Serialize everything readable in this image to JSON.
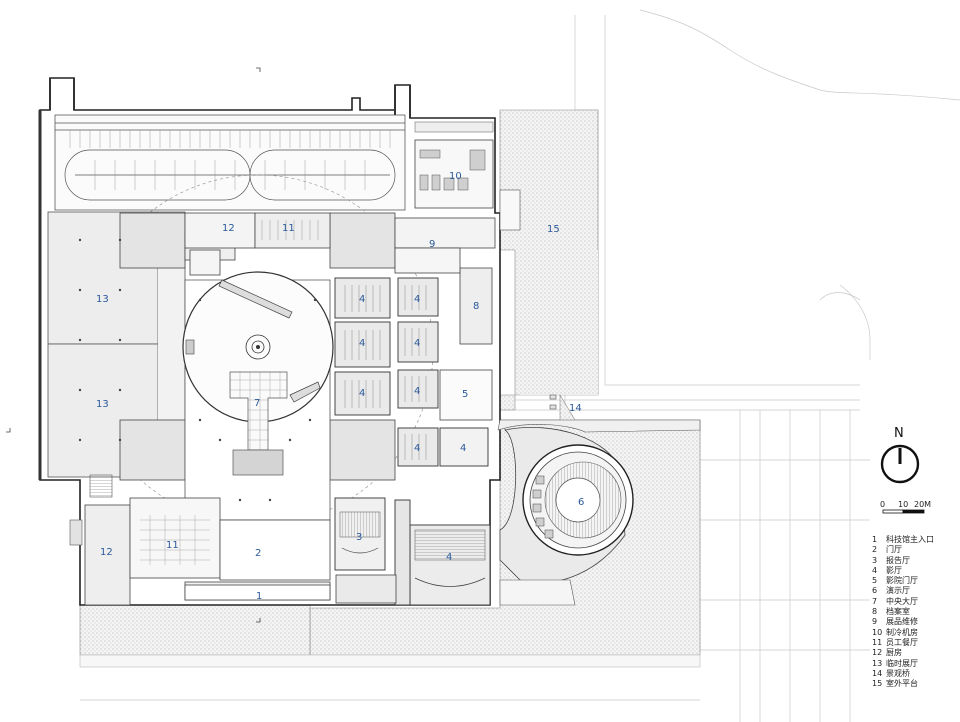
{
  "rooms": [
    {
      "id": "1"
    },
    {
      "id": "2"
    },
    {
      "id": "3"
    },
    {
      "id": "4"
    },
    {
      "id": "5"
    },
    {
      "id": "6"
    },
    {
      "id": "7"
    },
    {
      "id": "8"
    },
    {
      "id": "9"
    },
    {
      "id": "10"
    },
    {
      "id": "11"
    },
    {
      "id": "12"
    },
    {
      "id": "13"
    },
    {
      "id": "14"
    },
    {
      "id": "15"
    }
  ],
  "legend": [
    {
      "num": "1",
      "label": "科技馆主入口"
    },
    {
      "num": "2",
      "label": "门厅"
    },
    {
      "num": "3",
      "label": "报告厅"
    },
    {
      "num": "4",
      "label": "影厅"
    },
    {
      "num": "5",
      "label": "影院门厅"
    },
    {
      "num": "6",
      "label": "演示厅"
    },
    {
      "num": "7",
      "label": "中央大厅"
    },
    {
      "num": "8",
      "label": "档案室"
    },
    {
      "num": "9",
      "label": "展品维修"
    },
    {
      "num": "10",
      "label": "制冷机房"
    },
    {
      "num": "11",
      "label": "员工餐厅"
    },
    {
      "num": "12",
      "label": "厨房"
    },
    {
      "num": "13",
      "label": "临时展厅"
    },
    {
      "num": "14",
      "label": "景观桥"
    },
    {
      "num": "15",
      "label": "室外平台"
    }
  ],
  "north": {
    "letter": "N"
  },
  "scale": {
    "labels": [
      "0",
      "10",
      "20M"
    ]
  }
}
